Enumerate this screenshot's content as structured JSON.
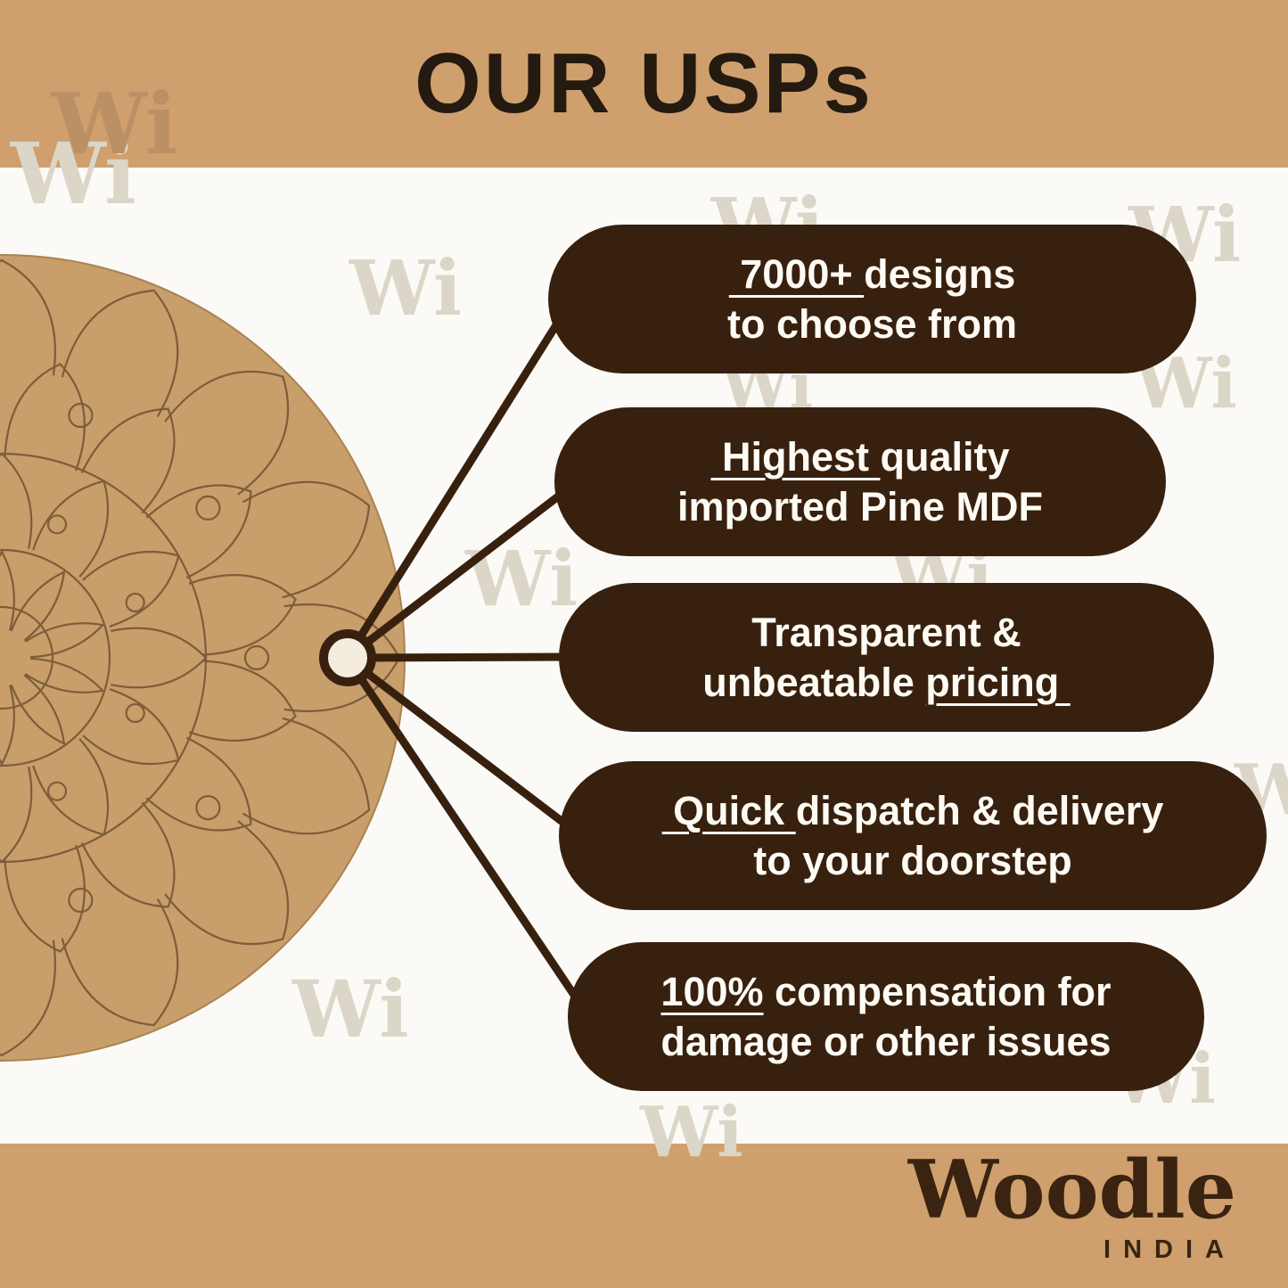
{
  "header": {
    "title": "OUR USPs"
  },
  "watermark": {
    "text": "Wi"
  },
  "usps": [
    {
      "l1_pre": "",
      "l1_u": " 7000+ ",
      "l1_post": "designs",
      "l2_pre": "to choose from",
      "l2_u": "",
      "l2_post": ""
    },
    {
      "l1_pre": "",
      "l1_u": " Highest ",
      "l1_post": "quality",
      "l2_pre": "imported Pine MDF",
      "l2_u": "",
      "l2_post": ""
    },
    {
      "l1_pre": "Transparent &",
      "l1_u": "",
      "l1_post": "",
      "l2_pre": "unbeatable ",
      "l2_u": "pricing ",
      "l2_post": ""
    },
    {
      "l1_pre": "",
      "l1_u": " Quick ",
      "l1_post": "dispatch & delivery",
      "l2_pre": "to your doorstep",
      "l2_u": "",
      "l2_post": ""
    },
    {
      "l1_pre": "",
      "l1_u": "100%",
      "l1_post": " compensation for",
      "l2_pre": "damage or other issues",
      "l2_u": "",
      "l2_post": ""
    }
  ],
  "footer": {
    "brand": "Woodle",
    "country": "INDIA"
  },
  "colors": {
    "band": "#cfa06d",
    "pill": "#38200f",
    "pill_text": "#fdfbf4",
    "line": "#38200f",
    "mdf": "#c89e6b",
    "background": "#fbfaf6",
    "title_text": "#241a10"
  }
}
